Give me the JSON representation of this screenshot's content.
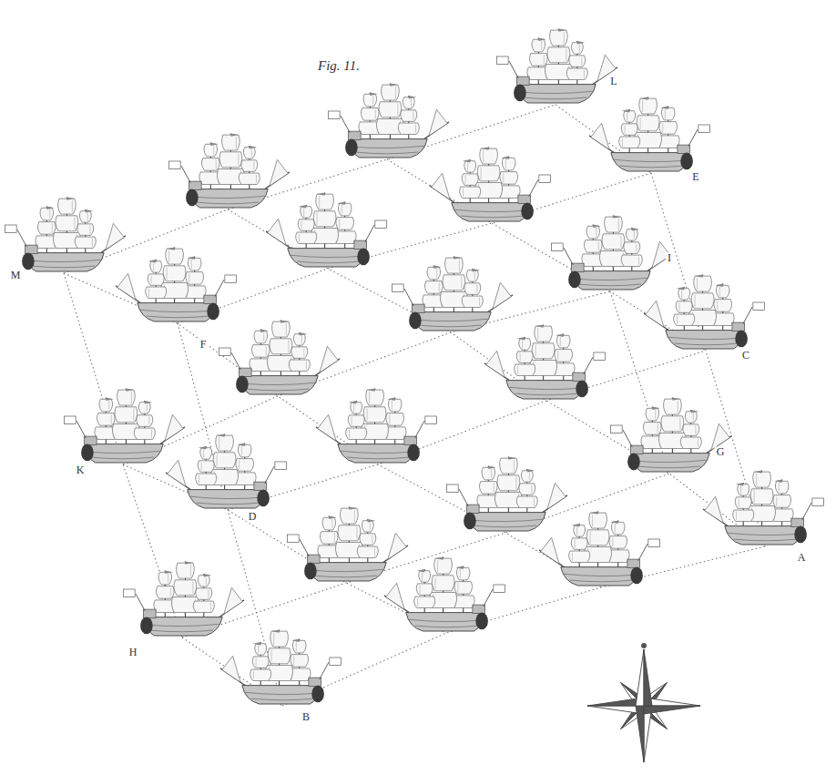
{
  "diagram": {
    "title": "Fig. 11.",
    "labels": [
      "L",
      "E",
      "I",
      "C",
      "M",
      "F",
      "K",
      "D",
      "G",
      "A",
      "H",
      "B"
    ]
  }
}
